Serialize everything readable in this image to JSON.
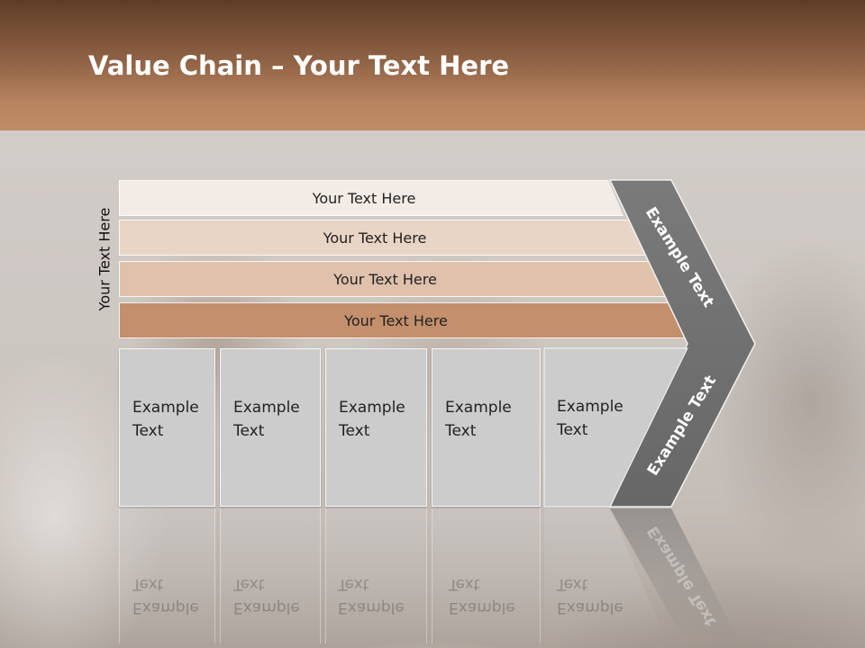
{
  "header": {
    "title_bold": "Value Chain",
    "title_rest": " – Your Text Here"
  },
  "side_label": "Your Text Here",
  "bars": [
    {
      "label": "Your Text Here"
    },
    {
      "label": "Your Text Here"
    },
    {
      "label": "Your Text Here"
    },
    {
      "label": "Your Text Here"
    }
  ],
  "boxes": [
    {
      "line1": "Example",
      "line2": "Text"
    },
    {
      "line1": "Example",
      "line2": "Text"
    },
    {
      "line1": "Example",
      "line2": "Text"
    },
    {
      "line1": "Example",
      "line2": "Text"
    },
    {
      "line1": "Example",
      "line2": "Text"
    }
  ],
  "chevron": {
    "upper_label": "Example Text",
    "lower_label": "Example Text",
    "color": "#6f6f6f"
  },
  "colors": {
    "header_top": "#5e3d27",
    "header_bottom": "#c08c68",
    "bar1": "#f2ebe6",
    "bar2": "#e9d5c6",
    "bar3": "#dfc1ac",
    "bar4": "#c48f6c",
    "box": "#cccccc"
  }
}
